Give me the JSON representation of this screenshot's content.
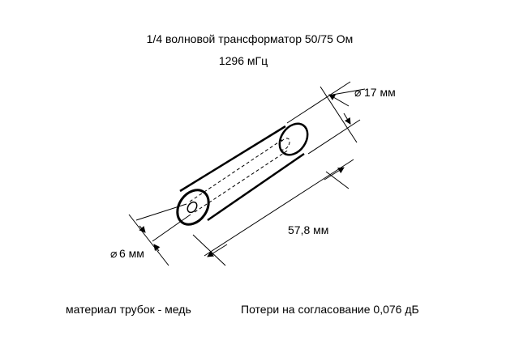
{
  "header": {
    "title": "1/4 волновой трансформатор 50/75 Ом",
    "frequency": "1296 мГц"
  },
  "dimensions": {
    "outer_diameter": "17 мм",
    "inner_diameter": "6 мм",
    "length": "57,8 мм",
    "diameter_symbol": "⌀"
  },
  "footer": {
    "material": "материал трубок - медь",
    "loss": "Потери на согласование 0,076 дБ"
  },
  "colors": {
    "line": "#000000",
    "background": "#ffffff"
  }
}
